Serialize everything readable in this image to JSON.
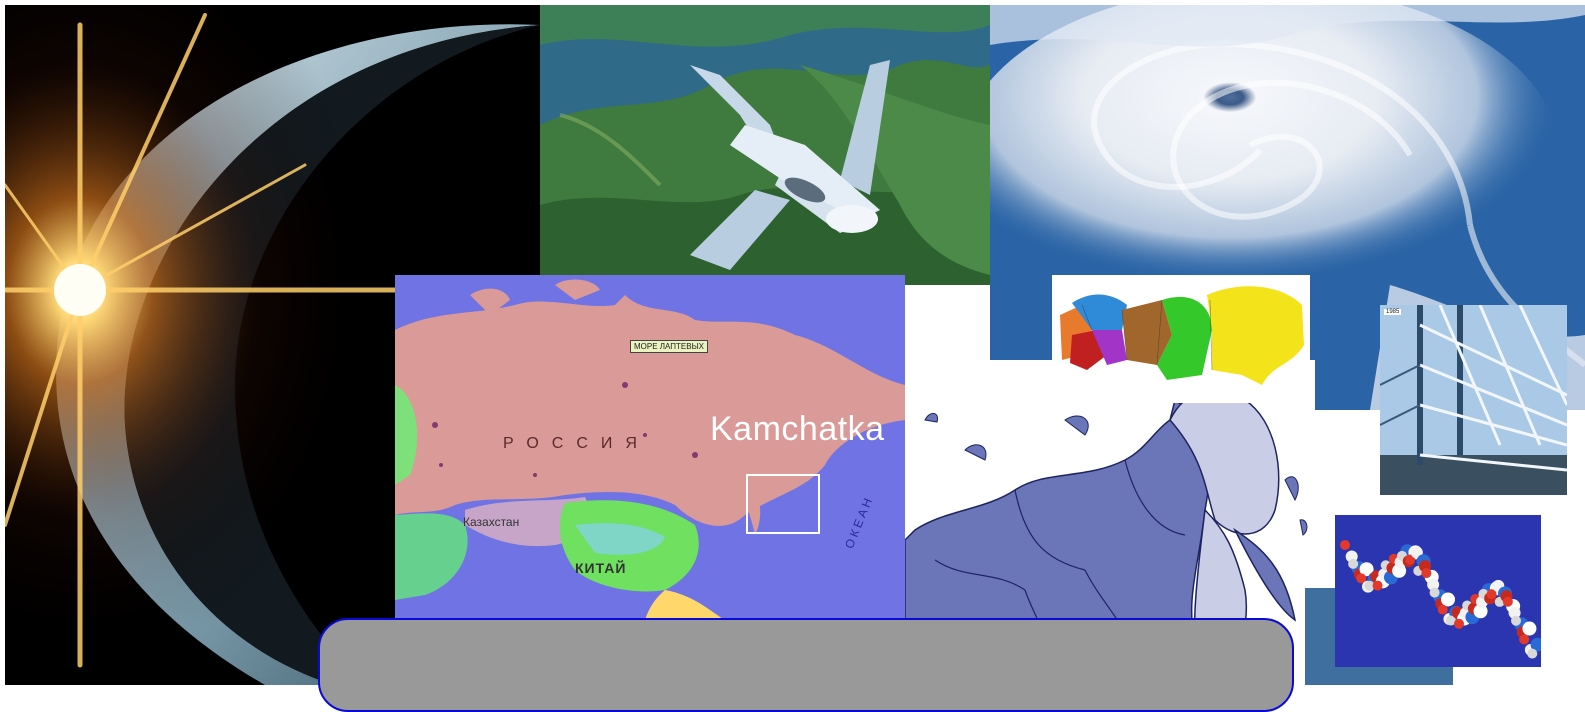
{
  "images": {
    "earth": "earth-eclipse-photo",
    "jet": "fighter-jet-photo",
    "hurricane": "hurricane-satellite-photo",
    "relief_map": "political-map-asia",
    "outline_map": "regions-outline-map",
    "mini_map": "russia-districts-map",
    "bridge": "steel-truss-bridge-photo",
    "dna": "dna-molecule-model"
  },
  "map": {
    "kamchatka": "Kamchatka",
    "russia": "РОССИЯ",
    "sea": "МОРЕ ЛАПТЕВЫХ",
    "kazakhstan": "Казахстан",
    "china": "КИТАЙ",
    "ocean": "ОКЕАН"
  },
  "bridge": {
    "tag": "1985"
  },
  "caption": {
    "text": ""
  },
  "colors": {
    "caption_fill": "#999999",
    "caption_border": "#0a0ad8",
    "map_sea": "#6f73e3",
    "map_russia": "#d99a98",
    "outline_regions": "#6a76b8"
  }
}
